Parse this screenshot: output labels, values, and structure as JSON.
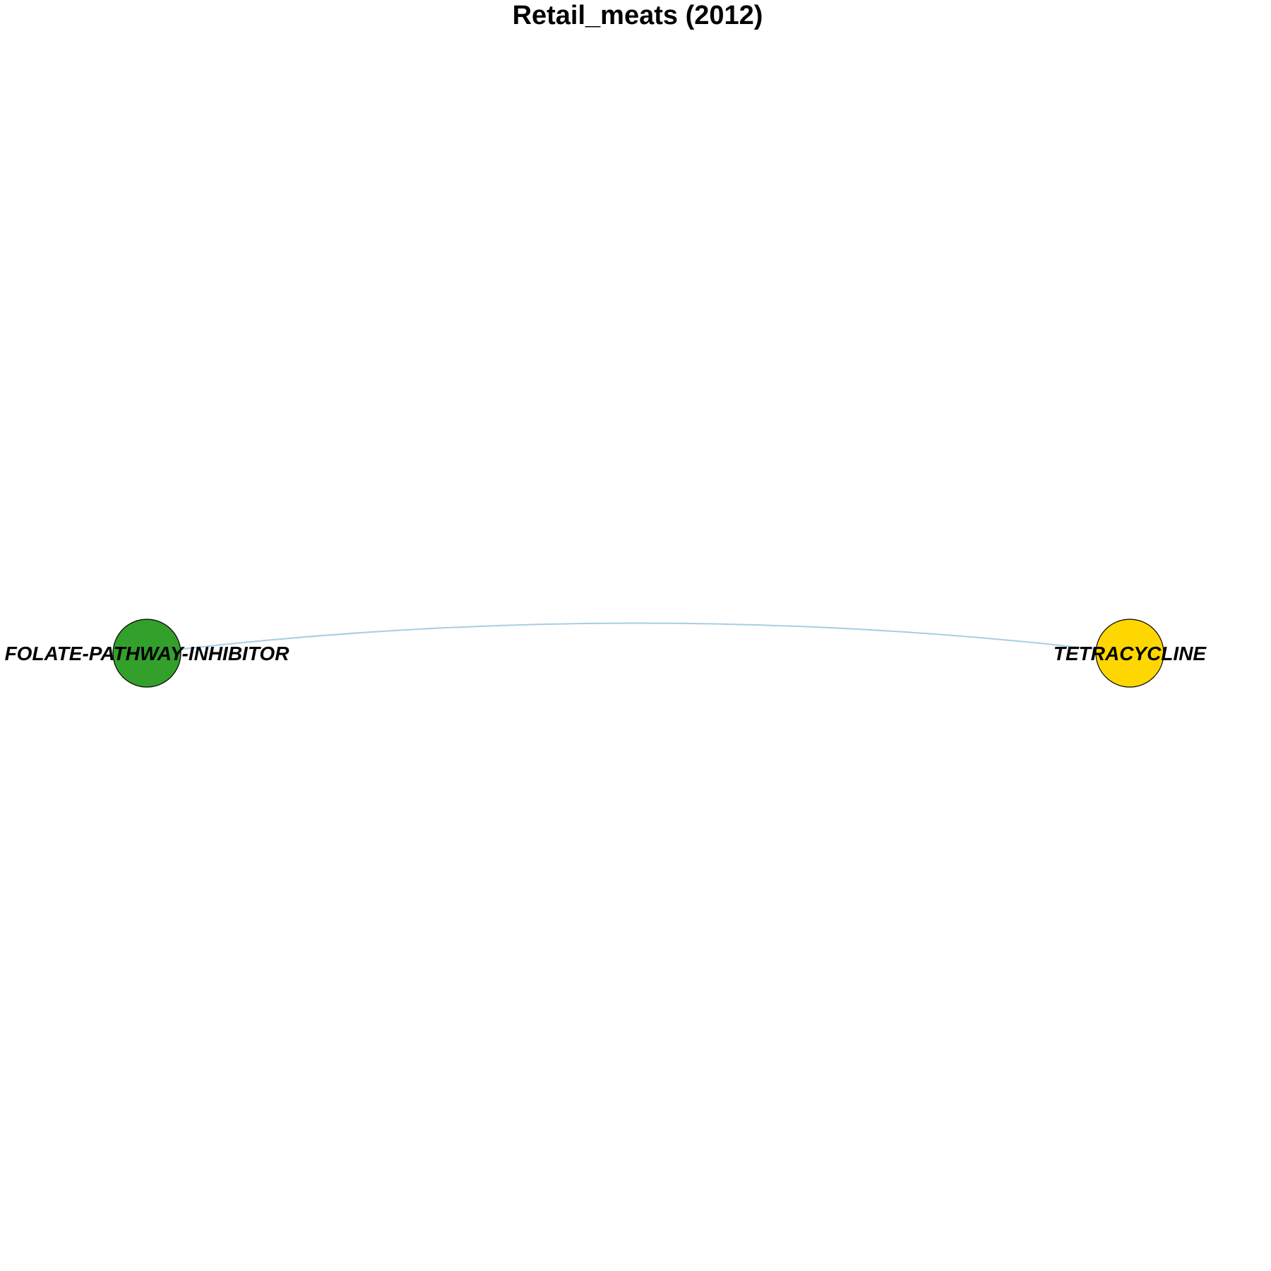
{
  "title": "Retail_meats (2012)",
  "nodes": [
    {
      "id": "folate",
      "label": "FOLATE-PATHWAY-INHIBITOR",
      "color": "#33a02c"
    },
    {
      "id": "tetracycline",
      "label": "TETRACYCLINE",
      "color": "#ffd700"
    }
  ],
  "edges": [
    {
      "source": "folate",
      "target": "tetracycline",
      "color": "#a6cee3"
    }
  ]
}
